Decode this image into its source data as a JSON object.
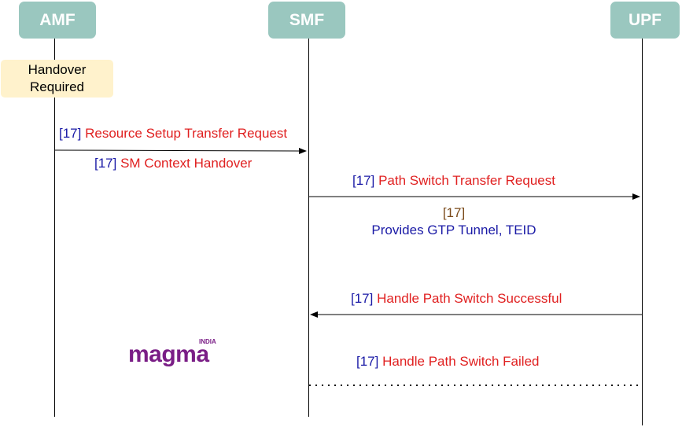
{
  "actors": {
    "amf": "AMF",
    "smf": "SMF",
    "upf": "UPF"
  },
  "note": {
    "line1": "Handover",
    "line2": "Required"
  },
  "messages": {
    "m1": {
      "ref": "[17]",
      "text": "Resource Setup Transfer Request"
    },
    "m1_sub": {
      "ref": "[17]",
      "text": "SM Context Handover"
    },
    "m2": {
      "ref": "[17]",
      "text": "Path Switch Transfer Request"
    },
    "m2_note": {
      "ref": "[17]",
      "text": "Provides GTP Tunnel, TEID"
    },
    "m3": {
      "ref": "[17]",
      "text": "Handle Path Switch Successful"
    },
    "m4": {
      "ref": "[17]",
      "text": "Handle Path Switch Failed"
    }
  },
  "logo": {
    "text": "magma",
    "subtext": "INDIA"
  },
  "colors": {
    "actor_bg": "#9ac7bf",
    "note_bg": "#fff2cc",
    "ref": "#1a1aa6",
    "message": "#e02020",
    "logo": "#7a1e86"
  }
}
